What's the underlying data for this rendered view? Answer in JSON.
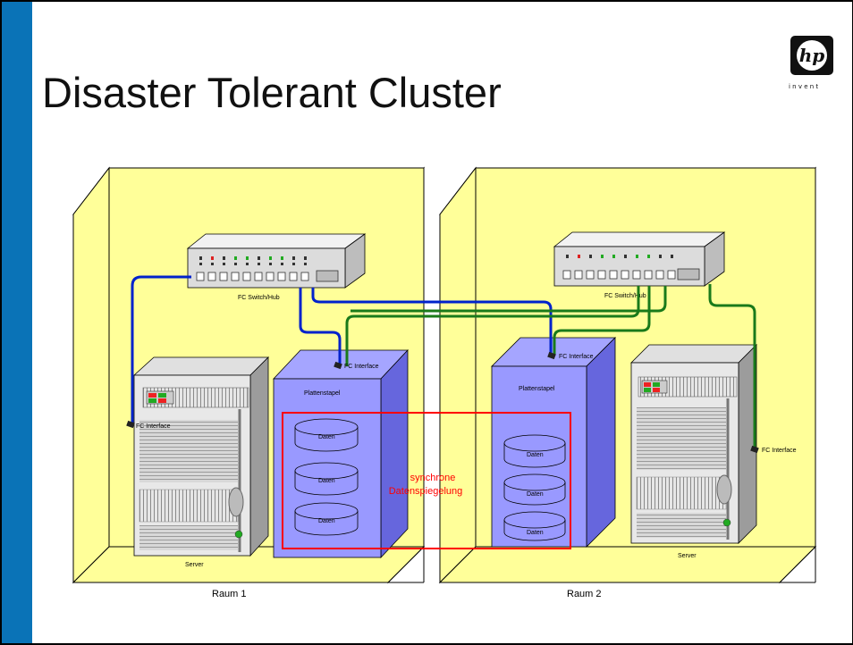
{
  "slide": {
    "title": "Disaster Tolerant Cluster"
  },
  "logo": {
    "mark": "hp",
    "tagline": "i n v e n t"
  },
  "room1": {
    "label": "Raum 1",
    "switch_label": "FC Switch/Hub",
    "server_fc_label": "FC Interface",
    "disk_fc_label": "FC Interface",
    "disk_stack_label": "Plattenstapel",
    "server_label": "Server",
    "disks": [
      "Daten",
      "Daten",
      "Daten"
    ]
  },
  "room2": {
    "label": "Raum 2",
    "switch_label": "FC Switch/Hub",
    "server_fc_label": "FC Interface",
    "disk_fc_label": "FC Interface",
    "disk_stack_label": "Plattenstapel",
    "server_label": "Server",
    "disks": [
      "Daten",
      "Daten",
      "Daten"
    ]
  },
  "mirror": {
    "line1": "synchrone",
    "line2": "Datenspiegelung"
  },
  "colors": {
    "room_fill": "#ffff99",
    "blue_cable": "#0022cc",
    "green_cable": "#1a7a1a",
    "disk_fill": "#9999ff",
    "mirror_box": "#ff0000",
    "sidebar": "#0a73b7"
  }
}
